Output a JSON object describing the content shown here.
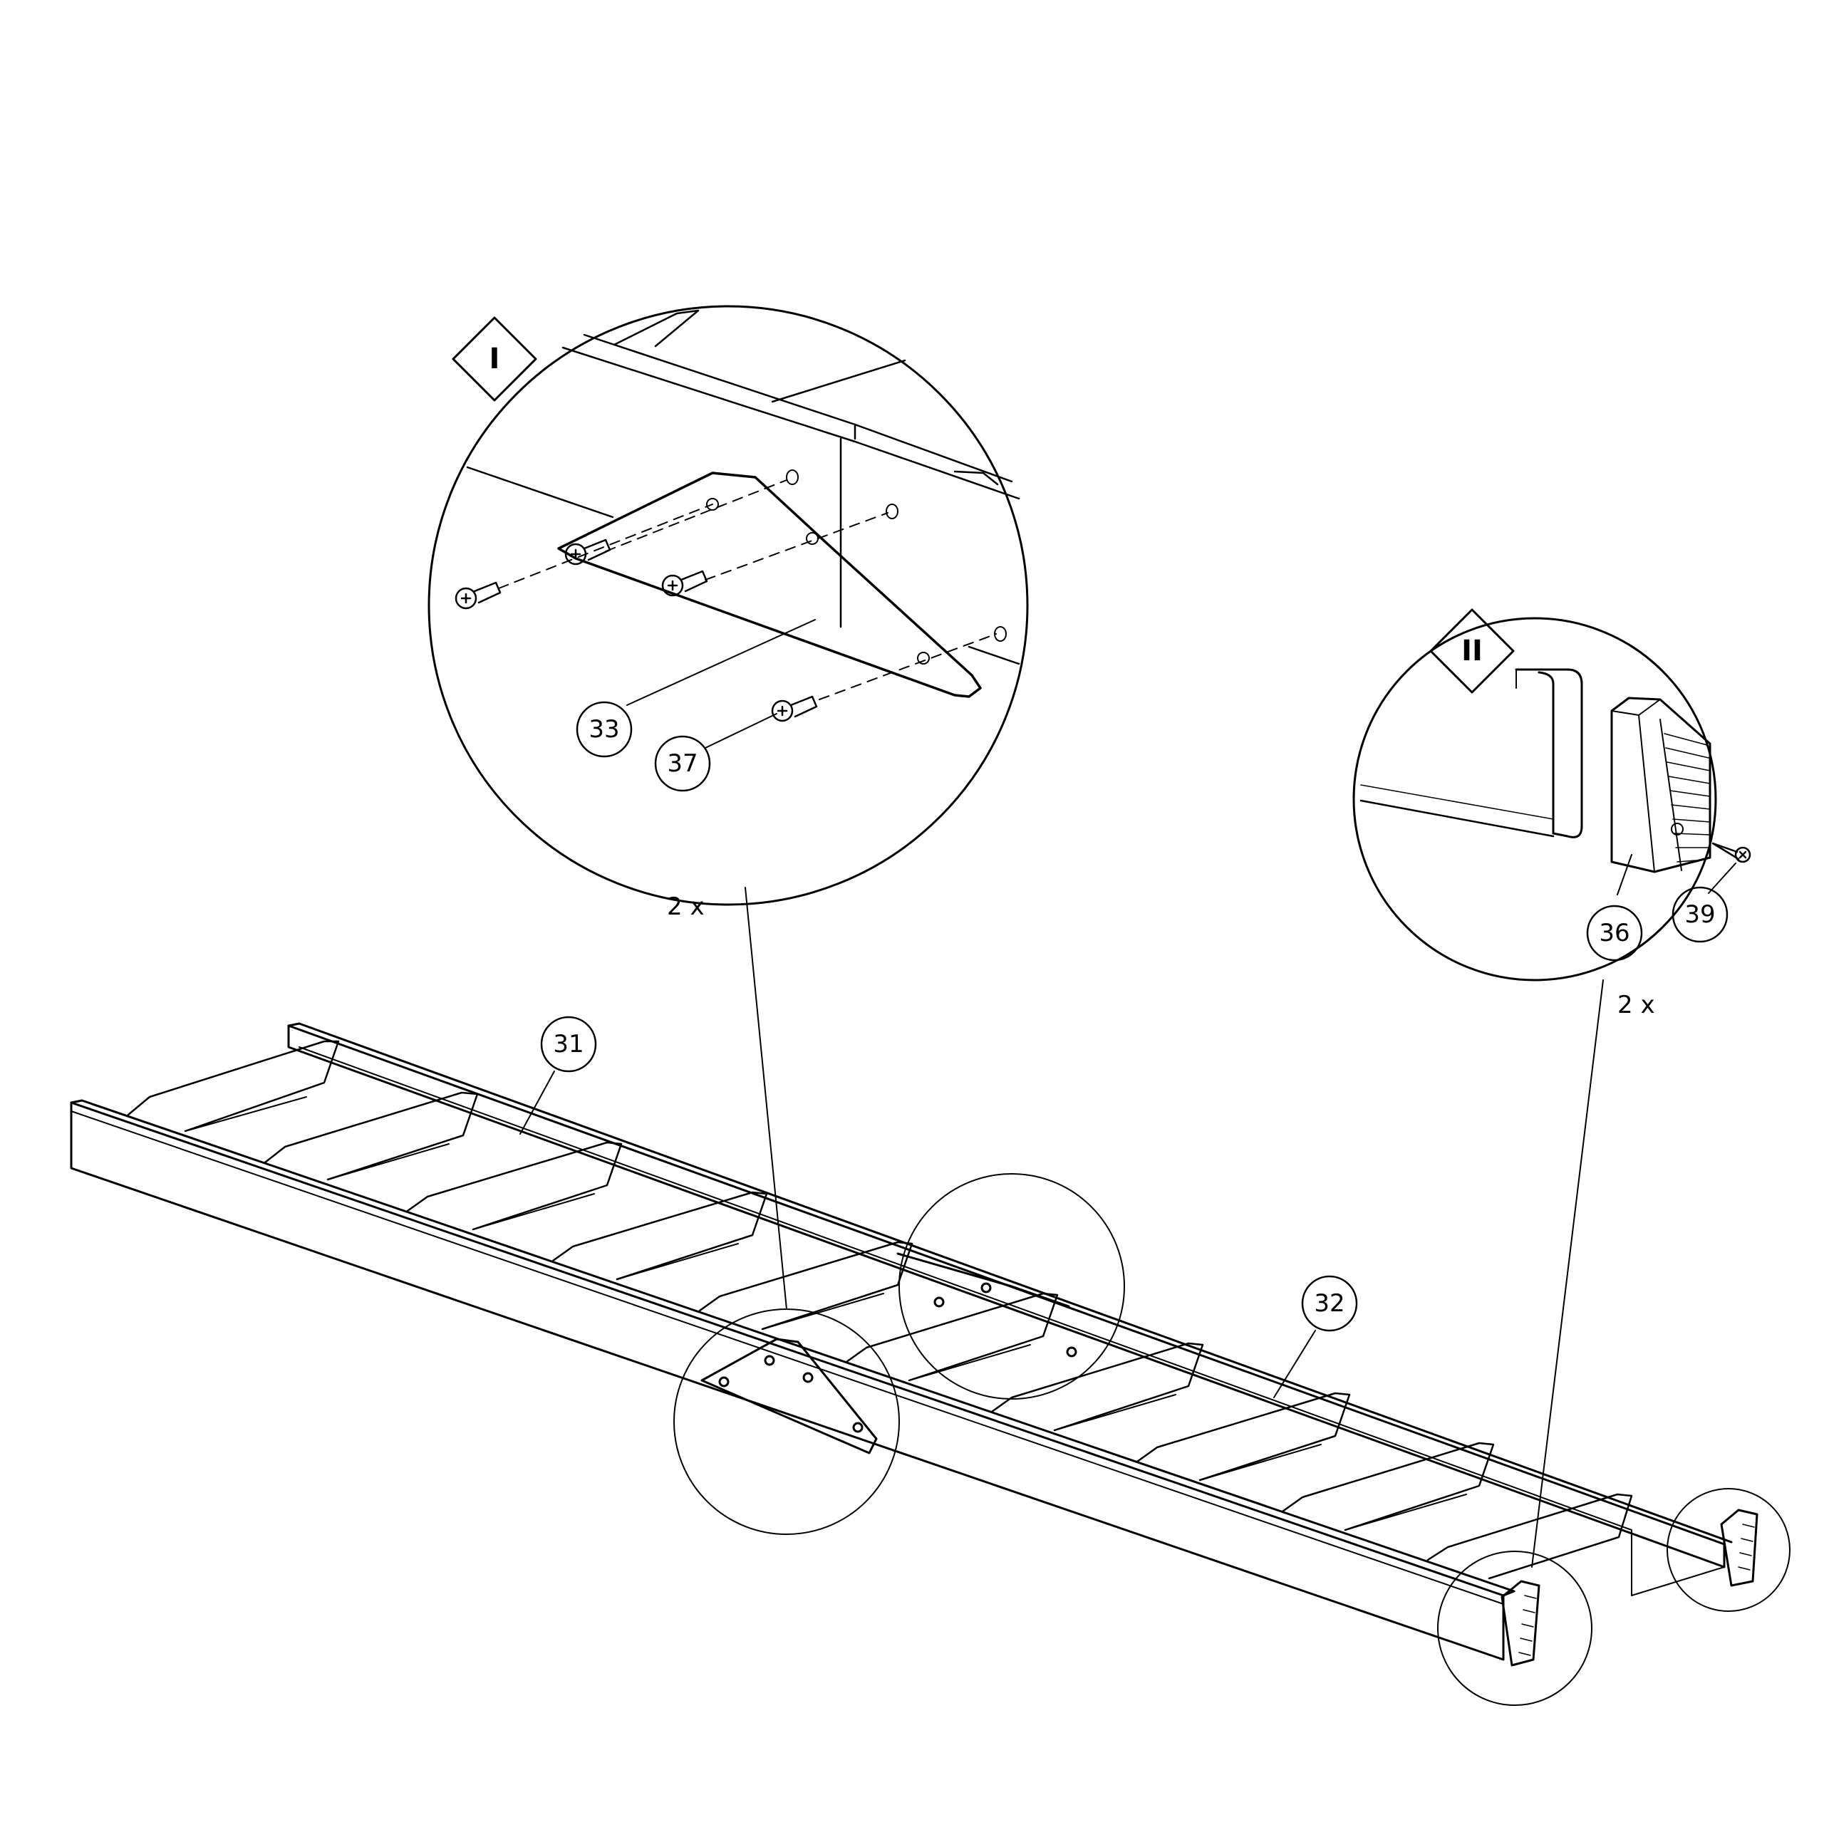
{
  "details": {
    "I": {
      "tag": "I",
      "quantity": "2 x"
    },
    "II": {
      "tag": "II",
      "quantity": "2 x"
    }
  },
  "callouts": {
    "p31": "31",
    "p32": "32",
    "p33": "33",
    "p36": "36",
    "p37": "37",
    "p39": "39"
  }
}
